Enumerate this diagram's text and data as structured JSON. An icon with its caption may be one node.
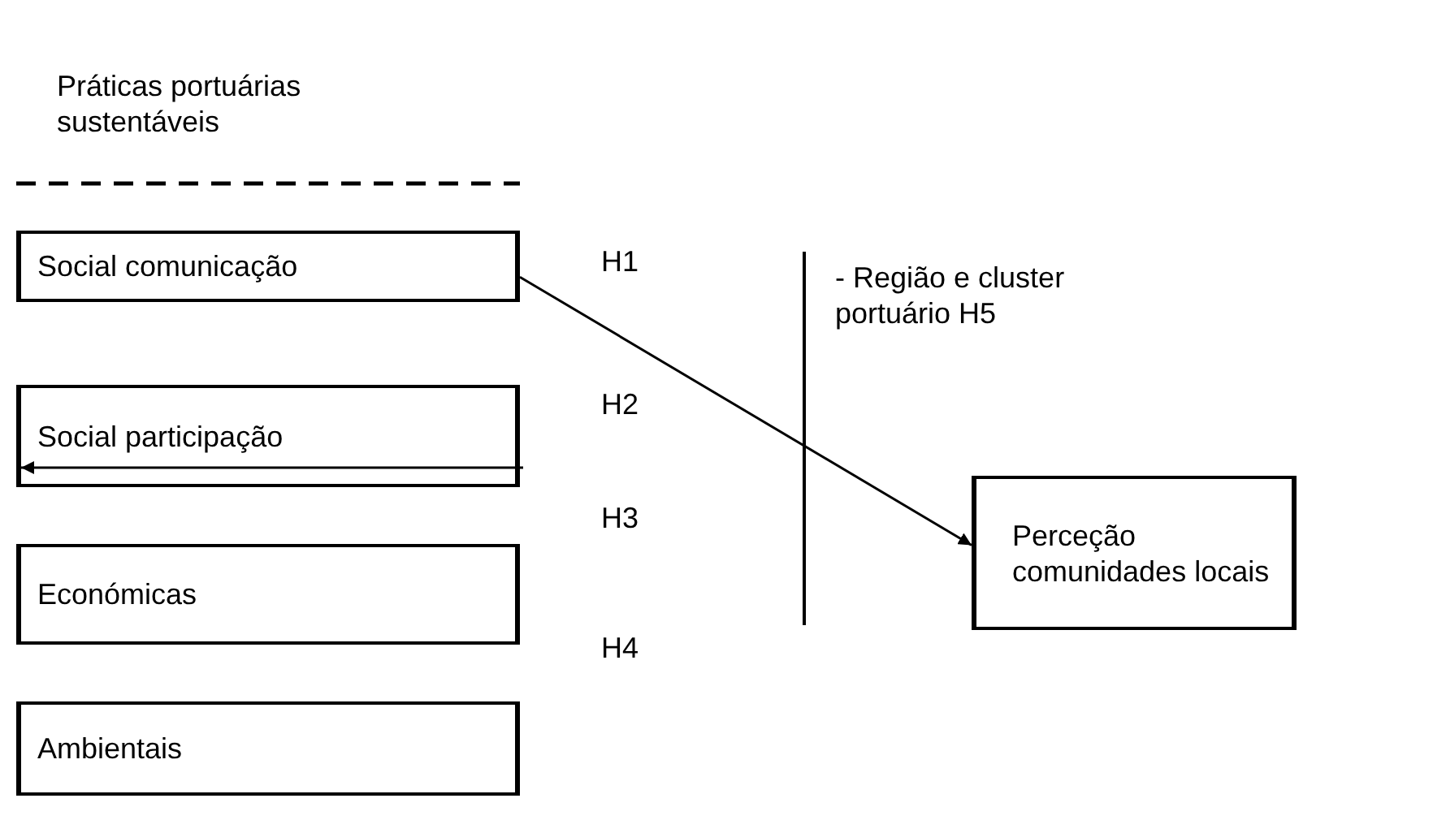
{
  "diagram": {
    "title": "Práticas portuárias sustentáveis",
    "nodes": [
      {
        "text": [
          "Social comunicação"
        ]
      },
      {
        "text": [
          "Social participação"
        ]
      },
      {
        "text": [
          "Económicas"
        ]
      },
      {
        "text": [
          "Ambientais"
        ]
      },
      {
        "text": [
          "Perceção comunidades locais"
        ]
      }
    ],
    "edges": [
      {
        "from": 0,
        "to": 4,
        "arrow": "to"
      },
      {
        "from": null,
        "to": 1,
        "arrow": "to"
      }
    ],
    "labels": [
      "H1",
      "- Região e cluster portuário H5",
      "H2",
      "H3",
      "H4"
    ]
  }
}
